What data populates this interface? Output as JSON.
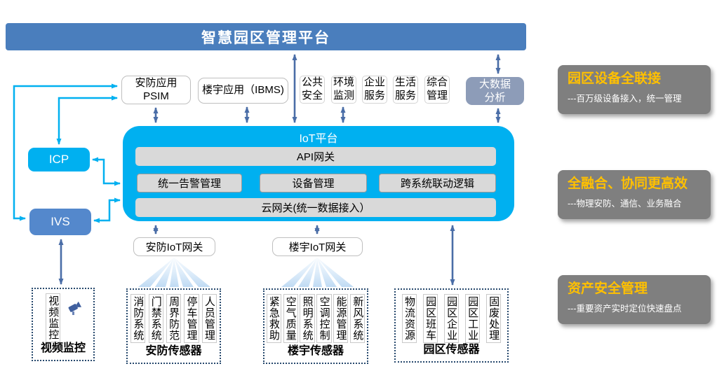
{
  "banner": {
    "title": "智慧园区管理平台"
  },
  "apps": {
    "psim": {
      "line1": "安防应用",
      "line2": "PSIM"
    },
    "ibms": {
      "label": "楼宇应用（IBMS)"
    }
  },
  "services": [
    {
      "line1": "公共",
      "line2": "安全"
    },
    {
      "line1": "环境",
      "line2": "监测"
    },
    {
      "line1": "企业",
      "line2": "服务"
    },
    {
      "line1": "生活",
      "line2": "服务"
    },
    {
      "line1": "综合",
      "line2": "管理"
    }
  ],
  "bigdata": {
    "line1": "大数据",
    "line2": "分析"
  },
  "left_nodes": {
    "icp": "ICP",
    "ivs": "IVS"
  },
  "platform": {
    "title": "IoT平台",
    "api_gateway": "API网关",
    "modules": [
      "统一告警管理",
      "设备管理",
      "跨系统联动逻辑"
    ],
    "cloud_gateway": "云网关(统一数据接入）"
  },
  "gateways": {
    "security": "安防IoT网关",
    "building": "楼宇IoT网关"
  },
  "sensor_groups": {
    "video": {
      "label": "视频监控",
      "columns": [
        "视频监控"
      ],
      "icon": "camera-icon"
    },
    "security": {
      "label": "安防传感器",
      "columns": [
        "消防系统",
        "门禁系统",
        "周界防范",
        "停车管理",
        "人员管理"
      ]
    },
    "building": {
      "label": "楼宇传感器",
      "columns": [
        "紧急救助",
        "空气质量",
        "照明系统",
        "空调控制",
        "能源管理",
        "新风系统"
      ]
    },
    "park": {
      "label": "园区传感器",
      "columns": [
        "物流资源",
        "园区班车",
        "园区企业",
        "园区工业",
        "固废处理"
      ]
    }
  },
  "benefits": [
    {
      "title": "园区设备全联接",
      "desc": "---百万级设备接入，统一管理"
    },
    {
      "title": "全融合、协同更高效",
      "desc": "---物理安防、通信、业务融合"
    },
    {
      "title": "资产安全管理",
      "desc": "---重要资产实时定位快速盘点"
    }
  ],
  "colors": {
    "banner_blue": "#4a7ebd",
    "platform_cyan": "#00b0f0",
    "ivs_blue": "#5488cc",
    "bigdata_blue": "#8d9cb8",
    "steel_arrow": "#4a6da7",
    "benefit_gray": "#7f7f7f",
    "benefit_orange": "#ffc000",
    "dotted_border": "#27496d"
  }
}
